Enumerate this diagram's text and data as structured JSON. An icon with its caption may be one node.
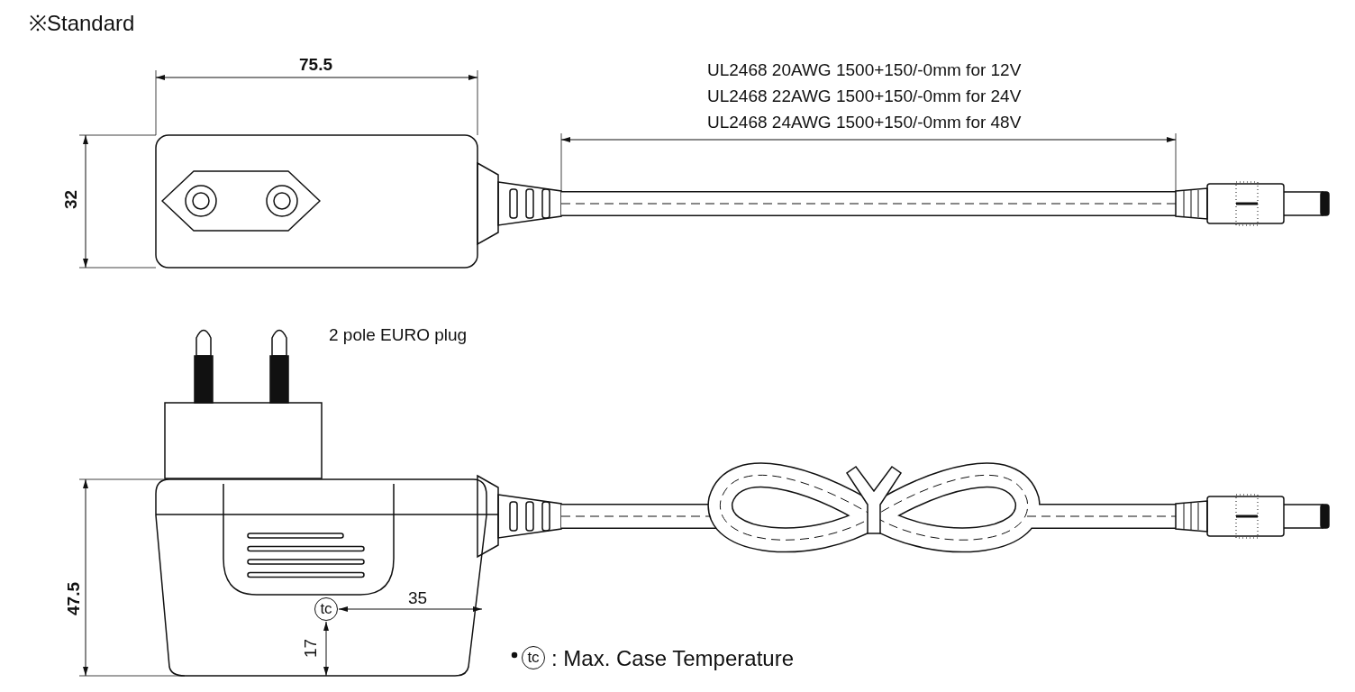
{
  "diagram": {
    "title": "※Standard",
    "nodes": [
      {
        "text": [
          "tc"
        ]
      },
      {
        "text": [
          "tc"
        ],
        "beside": [
          ": Max. Case Temperature"
        ]
      }
    ],
    "labels": [
      "75.5",
      "32",
      "UL2468 20AWG 1500+150/-0mm for 12V",
      "UL2468 22AWG 1500+150/-0mm for 24V",
      "UL2468 24AWG 1500+150/-0mm for 48V",
      "2 pole EURO plug",
      "47.5",
      "35",
      "17"
    ]
  }
}
